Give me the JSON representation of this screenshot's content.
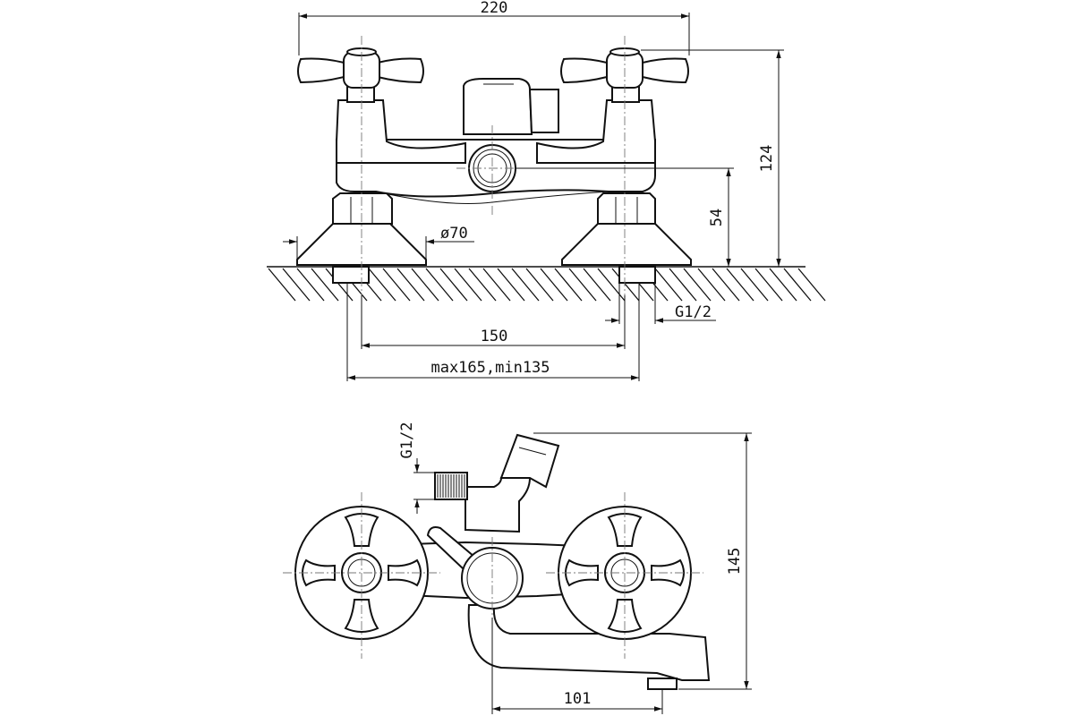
{
  "top_view": {
    "dim_overall_width": "220",
    "dim_total_height": "124",
    "dim_outlet_height": "54",
    "dim_flange_diameter": "ø70",
    "dim_thread_top": "G1/2",
    "dim_center_distance": "150",
    "dim_center_range": "max165,min135"
  },
  "side_view": {
    "dim_thread_side": "G1/2",
    "dim_side_height": "145",
    "dim_spout_reach": "101"
  }
}
